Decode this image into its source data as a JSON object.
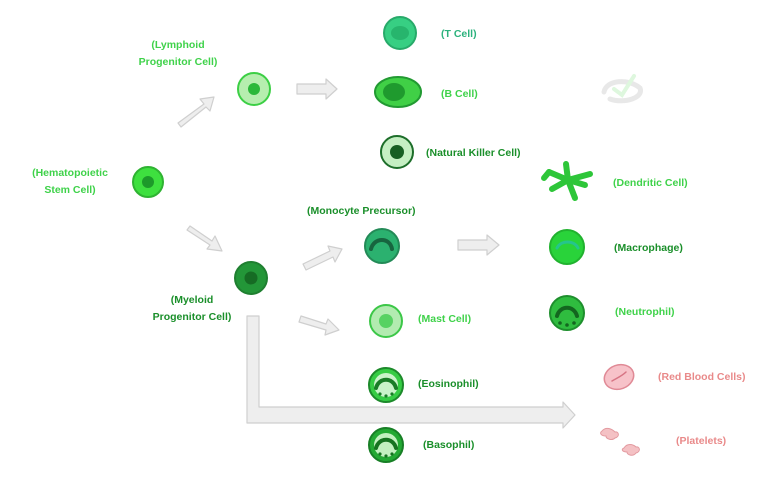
{
  "labels": {
    "lymphoid_line1": "(Lymphoid",
    "lymphoid_line2": "Progenitor Cell)",
    "hsc_line1": "(Hematopoietic",
    "hsc_line2": "Stem Cell)",
    "myeloid_line1": "(Myeloid",
    "myeloid_line2": "Progenitor Cell)",
    "t_cell": "(T Cell)",
    "b_cell": "(B Cell)",
    "nk_cell": "(Natural Killer Cell)",
    "dendritic_cell": "(Dendritic Cell)",
    "monocyte_precursor": "(Monocyte Precursor)",
    "macrophage": "(Macrophage)",
    "mast_cell": "(Mast Cell)",
    "neutrophil": "(Neutrophil)",
    "eosinophil": "(Eosinophil)",
    "basophil": "(Basophil)",
    "red_blood_cells": "(Red Blood Cells)",
    "platelets": "(Platelets)"
  },
  "colors": {
    "light_green": "#3fd24a",
    "dark_green": "#1a8f2a",
    "teal": "#2cb27d",
    "salmon": "#e98a8a",
    "arrow_fill": "#eeeeee",
    "arrow_stroke": "#cfcfcf"
  }
}
